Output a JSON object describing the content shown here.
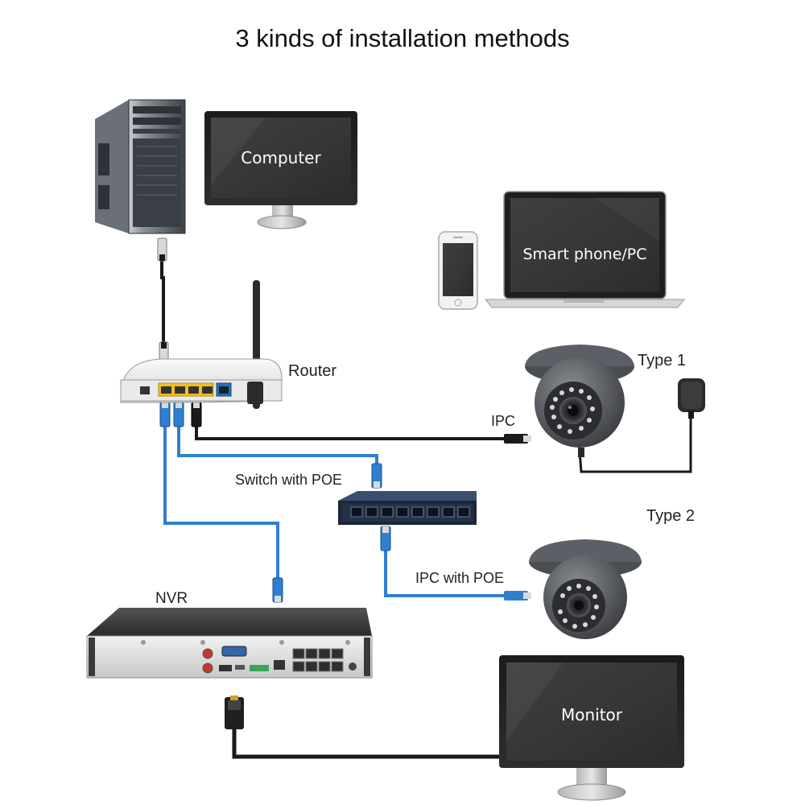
{
  "title": "3 kinds of installation methods",
  "devices": {
    "computer_screen": "Computer",
    "laptop_screen": "Smart phone/PC",
    "monitor_screen": "Monitor"
  },
  "labels": {
    "router": "Router",
    "type1": "Type 1",
    "type2": "Type 2",
    "ipc": "IPC",
    "switch": "Switch with POE",
    "ipc_poe": "IPC with POE",
    "nvr": "NVR"
  },
  "colors": {
    "cable_black": "#1a1a1a",
    "cable_blue": "#2f7fd0",
    "port_yellow": "#f2c21b",
    "port_blue": "#2a6fb5",
    "screen": "#3a3a3a"
  }
}
